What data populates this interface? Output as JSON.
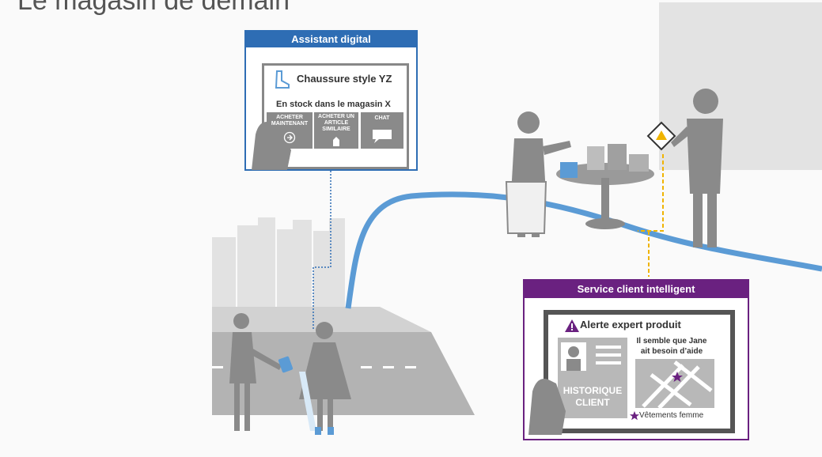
{
  "page_title": "Le magasin de demain",
  "assistant": {
    "header": "Assistant digital",
    "product": "Chaussure style YZ",
    "stock": "En stock dans le magasin X",
    "buttons": [
      {
        "label_line1": "ACHETER",
        "label_line2": "MAINTENANT",
        "icon": "arrow-circle-icon"
      },
      {
        "label_line1": "ACHETER UN",
        "label_line2": "ARTICLE",
        "label_line3": "SIMILAIRE",
        "icon": "shoe-tag-icon"
      },
      {
        "label_line1": "CHAT",
        "icon": "chat-bubble-icon"
      }
    ]
  },
  "service": {
    "header": "Service client intelligent",
    "alert": "Alerte expert produit",
    "message_line1": "Il semble que Jane",
    "message_line2": "ait besoin d’aide",
    "history_line1": "HISTORIQUE",
    "history_line2": "CLIENT",
    "map_label": "Vêtements femme"
  },
  "colors": {
    "assistant_blue": "#2e6db4",
    "service_purple": "#6a2180",
    "path_blue": "#5b9bd5",
    "alert_yellow": "#f0b400",
    "figure_gray": "#8a8a8a"
  }
}
